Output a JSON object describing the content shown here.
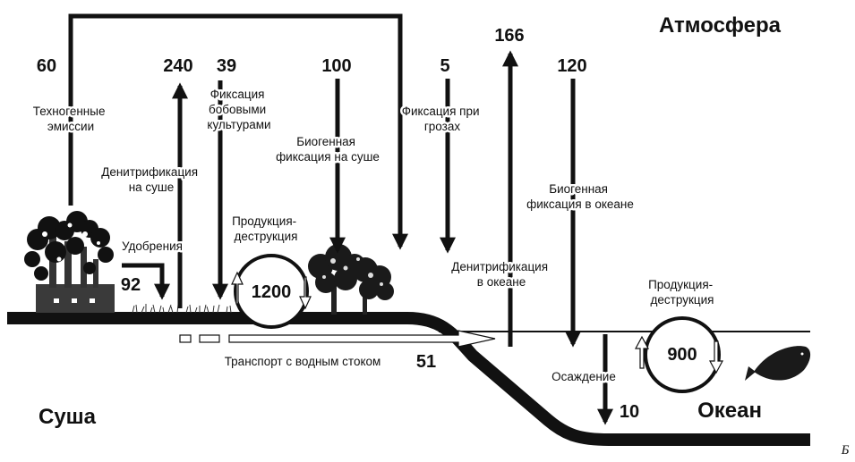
{
  "regions": {
    "atmosphere": "Атмосфера",
    "land": "Суша",
    "ocean": "Океан"
  },
  "corner_mark": "Б",
  "flows": {
    "tech_emissions": {
      "value": "60",
      "label_lines": [
        "Техногенные",
        "эмиссии"
      ]
    },
    "land_denitrification": {
      "value": "240",
      "label_lines": [
        "Денитрификация",
        "на суше"
      ]
    },
    "legume_fixation": {
      "value": "39",
      "label_lines": [
        "Фиксация",
        "бобовыми",
        "культурами"
      ]
    },
    "land_biofixation": {
      "value": "100",
      "label_lines": [
        "Биогенная",
        "фиксация на суше"
      ]
    },
    "lightning_fixation": {
      "value": "5",
      "label_lines": [
        "Фиксация при",
        "грозах"
      ]
    },
    "ocean_denitrification": {
      "value": "166",
      "label_lines": [
        "Денитрификация",
        "в океане"
      ]
    },
    "ocean_biofixation": {
      "value": "120",
      "label_lines": [
        "Биогенная",
        "фиксация в океане"
      ]
    },
    "fertilizers": {
      "value": "92",
      "label": "Удобрения"
    },
    "runoff": {
      "value": "51",
      "label": "Транспорт с водным стоком"
    },
    "sedimentation": {
      "value": "10",
      "label": "Осаждение"
    }
  },
  "cycles": {
    "land": {
      "value": "1200",
      "label_lines": [
        "Продукция-",
        "деструкция"
      ]
    },
    "ocean": {
      "value": "900",
      "label_lines": [
        "Продукция-",
        "деструкция"
      ]
    }
  }
}
